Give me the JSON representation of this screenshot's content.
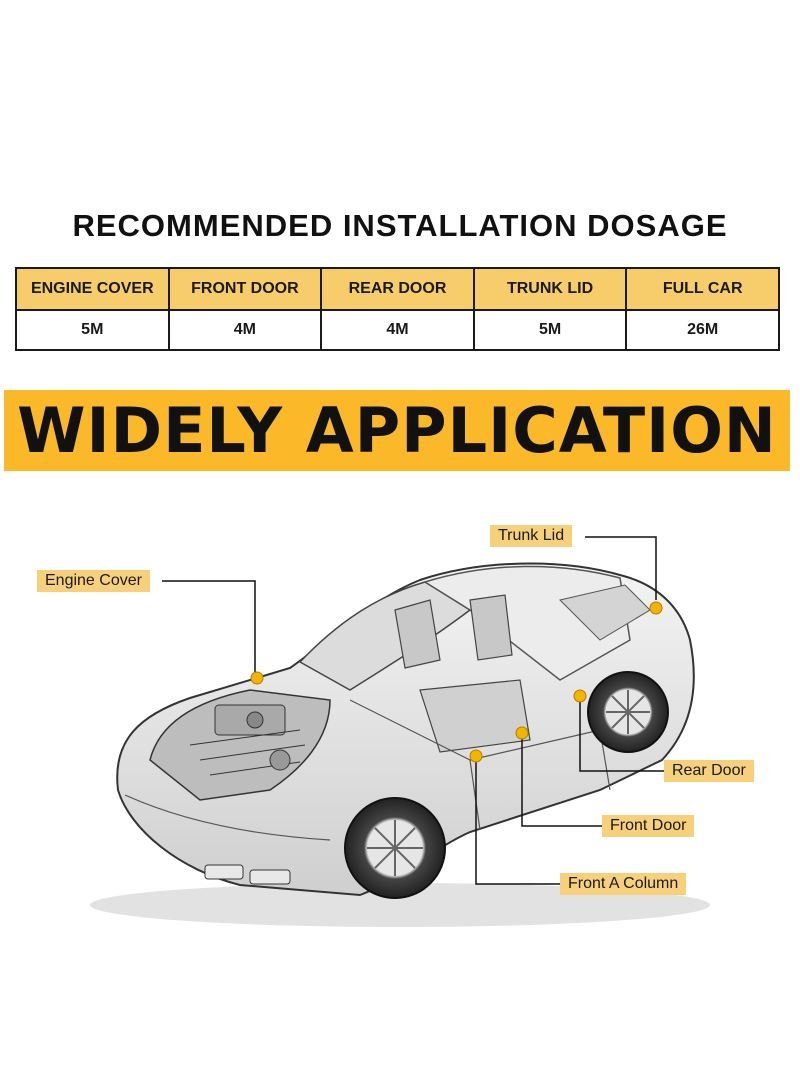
{
  "heading": "RECOMMENDED INSTALLATION DOSAGE",
  "table": {
    "headers": [
      "ENGINE COVER",
      "FRONT DOOR",
      "REAR DOOR",
      "TRUNK LID",
      "FULL CAR"
    ],
    "values": [
      "5M",
      "4M",
      "4M",
      "5M",
      "26M"
    ]
  },
  "banner": "WIDELY APPLICATION",
  "callouts": {
    "trunk_lid": "Trunk Lid",
    "engine_cover": "Engine Cover",
    "rear_door": "Rear Door",
    "front_door": "Front Door",
    "front_a_column": "Front A Column"
  },
  "colors": {
    "header_fill": "#f7cc6b",
    "banner_fill": "#fbb92a",
    "label_fill": "#f7d07c",
    "dot": "#f4b400"
  }
}
